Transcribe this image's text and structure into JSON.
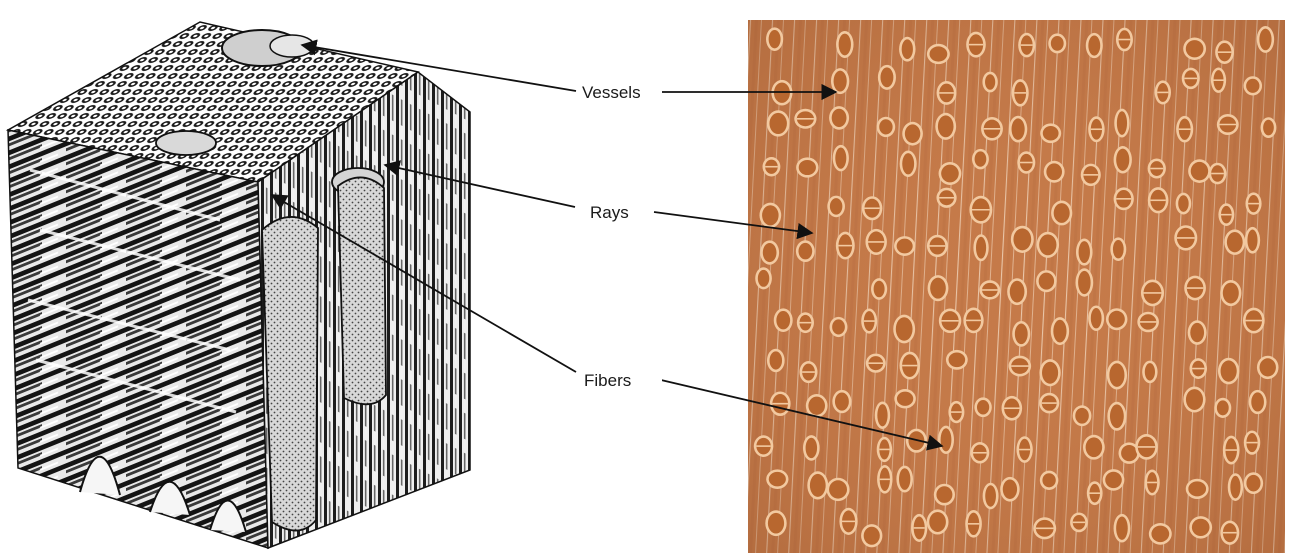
{
  "labels": {
    "vessels": "Vessels",
    "rays": "Rays",
    "fibers": "Fibers"
  },
  "colors": {
    "background": "#ffffff",
    "ink": "#111111",
    "wood_base": "#c97f4f",
    "wood_dark": "#a9643a",
    "pore_rim": "#f2c9a0",
    "pore_core": "#b8672f",
    "ray_line": "#f4dcc6"
  },
  "panels": {
    "left": "wood-block-illustration",
    "right": "wood-cross-section-photo"
  }
}
